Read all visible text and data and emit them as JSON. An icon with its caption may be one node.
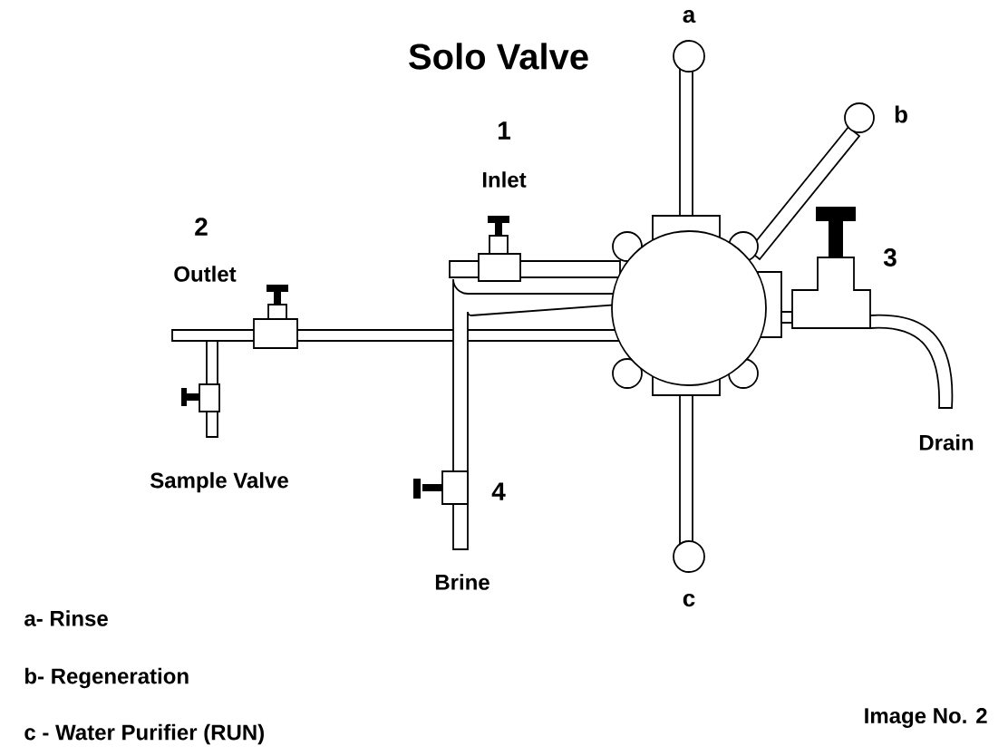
{
  "diagram": {
    "title": "Solo Valve",
    "labels": [
      "a",
      "1",
      "b",
      "Inlet",
      "2",
      "3",
      "Outlet",
      "Drain",
      "Sample Valve",
      "4",
      "Brine",
      "c",
      "a- Rinse",
      "b- Regeneration",
      "c - Water Purifier (RUN)",
      "Image No. 2"
    ]
  }
}
